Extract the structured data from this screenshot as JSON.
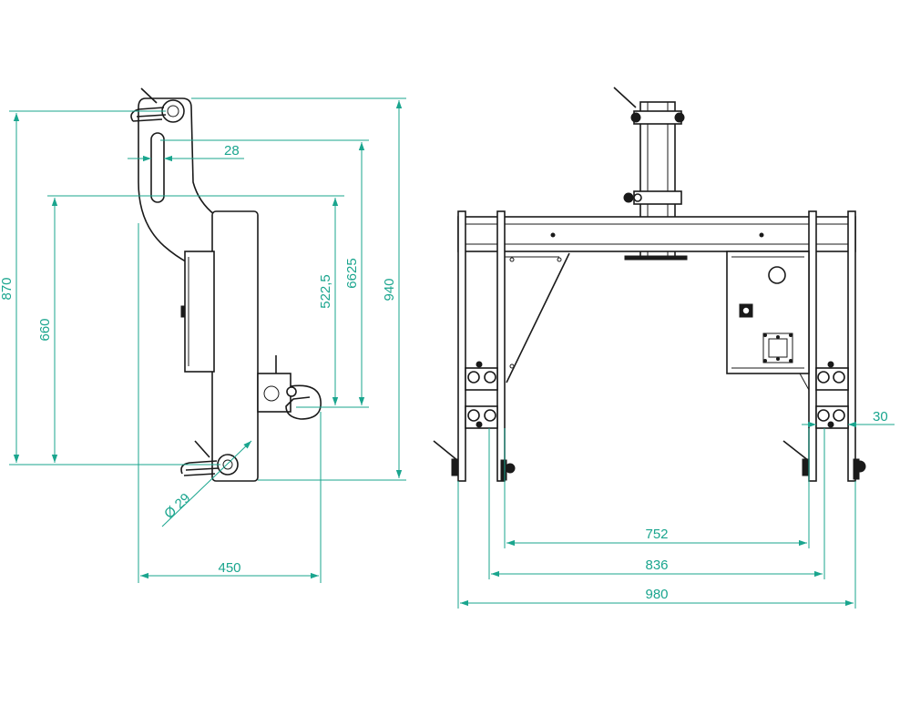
{
  "colors": {
    "dimension": "#1aa58e",
    "line": "#1a1a1a",
    "background": "#ffffff"
  },
  "side_view": {
    "dims": {
      "overall_height": "940",
      "pin_to_pin_height": "870",
      "slot_to_pin_height": "660",
      "slot_top_to_hook": "6625",
      "slot_bottom_to_hook": "522,5",
      "slot_width": "28",
      "pin_diameter": "Ø 29",
      "depth": "450"
    }
  },
  "front_view": {
    "dims": {
      "inner_width": "752",
      "mid_width": "836",
      "outer_width": "980",
      "plate_thickness": "30"
    }
  }
}
